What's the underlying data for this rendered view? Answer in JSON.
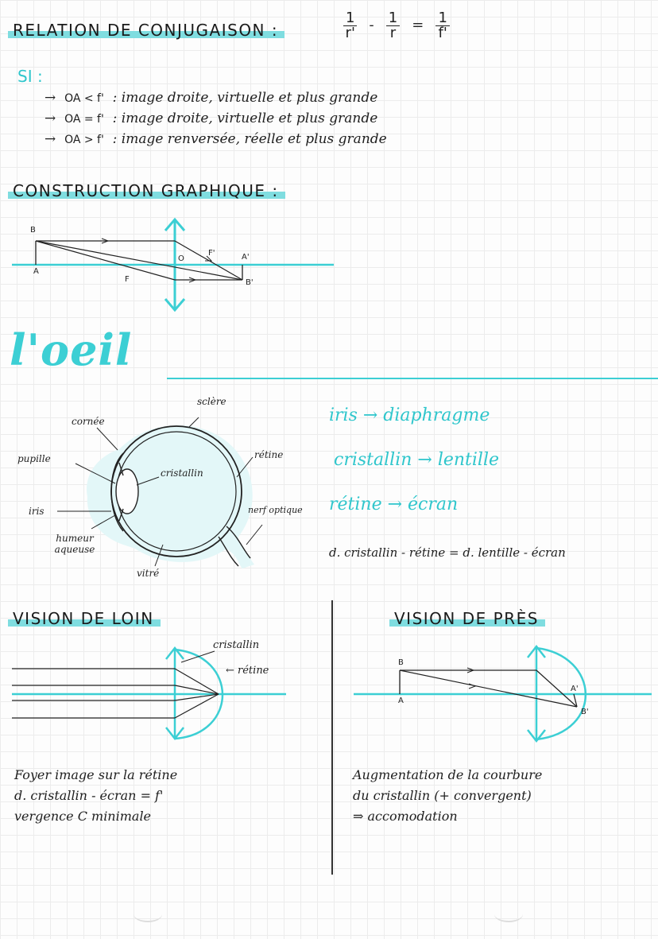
{
  "header": {
    "title": "RELATION DE CONJUGAISON :",
    "formula": {
      "term1": {
        "num": "1",
        "den": "r'"
      },
      "minus": "-",
      "term2": {
        "num": "1",
        "den": "r"
      },
      "equals": "=",
      "term3": {
        "num": "1",
        "den": "f'"
      }
    }
  },
  "conditions": {
    "lead": "SI :",
    "items": [
      {
        "arrow": "→",
        "cond": "OA < f'",
        "text": ": image droite, virtuelle et plus grande"
      },
      {
        "arrow": "→",
        "cond": "OA = f'",
        "text": ": image droite, virtuelle et plus grande"
      },
      {
        "arrow": "→",
        "cond": "OA > f'",
        "text": ": image renversée, réelle et plus grande"
      }
    ]
  },
  "construction": {
    "title": "CONSTRUCTION GRAPHIQUE :",
    "labels": {
      "B": "B",
      "A": "A",
      "O": "O",
      "F": "F",
      "Fp": "F'",
      "Ap": "A'",
      "Bp": "B'"
    }
  },
  "eye": {
    "heading": "l'oeil",
    "labels": {
      "sclere": "sclère",
      "cornee": "cornée",
      "pupille": "pupille",
      "cristallin": "cristallin",
      "retine": "rétine",
      "iris": "iris",
      "nerf": "nerf optique",
      "humeur": "humeur aqueuse",
      "vitre": "vitré"
    },
    "analogies": [
      "iris → diaphragme",
      "cristallin → lentille",
      "rétine → écran"
    ],
    "distance_note": "d. cristallin - rétine = d. lentille - écran"
  },
  "vision_loin": {
    "title": "VISION DE LOIN",
    "labels": {
      "cristallin": "cristallin",
      "retine": "← rétine"
    },
    "caption": [
      "Foyer image sur la rétine",
      "d. cristallin - écran = f'",
      "vergence C minimale"
    ]
  },
  "vision_pres": {
    "title": "VISION DE PRÈS",
    "labels": {
      "B": "B",
      "A": "A",
      "Ap": "A'",
      "Bp": "B'"
    },
    "caption": [
      "Augmentation de la courbure",
      "du cristallin (+ convergent)",
      "⇒ accomodation"
    ]
  },
  "colors": {
    "accent": "#3ccfd4",
    "highlight": "#7fdde0",
    "ink": "#222222"
  }
}
